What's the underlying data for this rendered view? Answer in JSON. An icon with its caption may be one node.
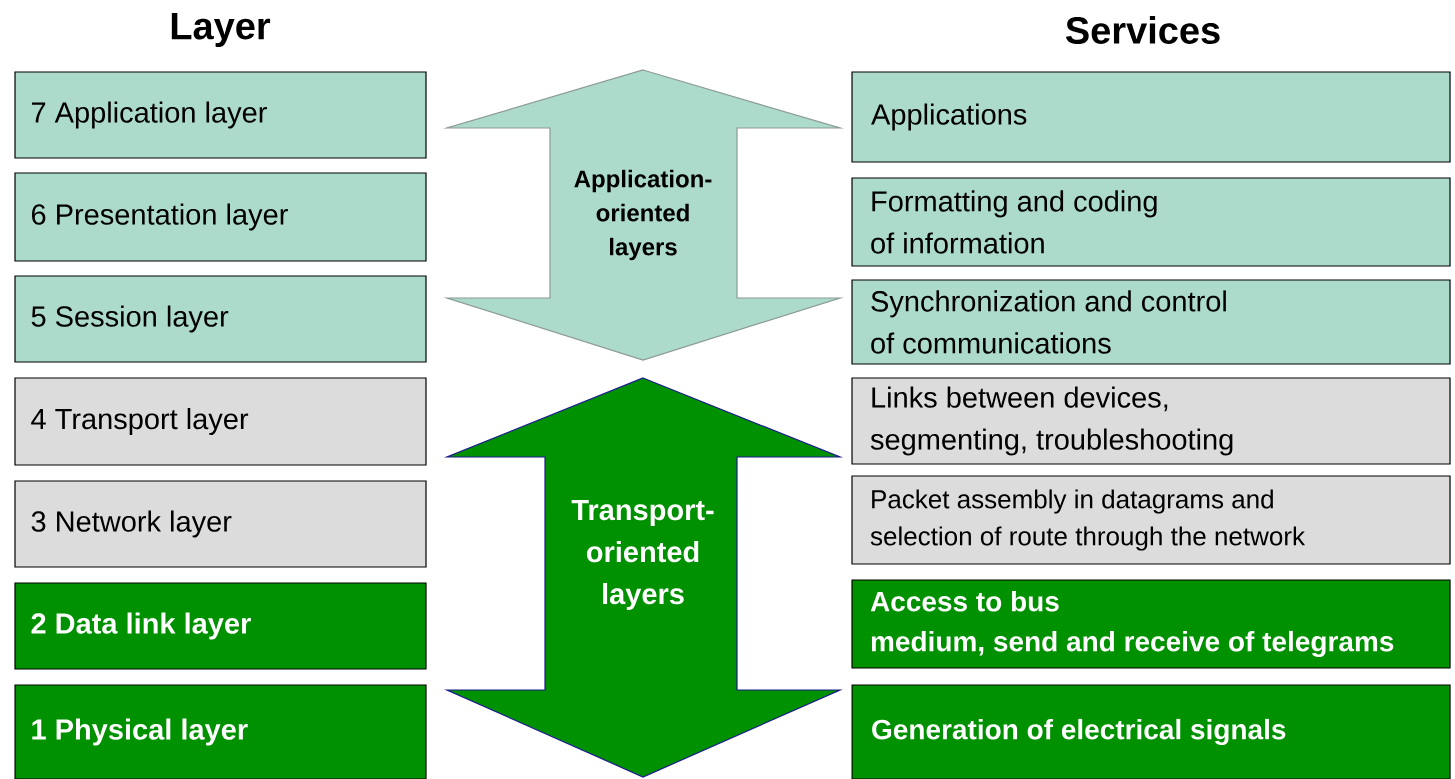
{
  "diagram": {
    "nodes": [
      {
        "text": [
          "7 Application layer"
        ]
      },
      {
        "text": [
          "6 Presentation layer"
        ]
      },
      {
        "text": [
          "5 Session layer"
        ]
      },
      {
        "text": [
          "4 Transport layer"
        ]
      },
      {
        "text": [
          "3 Network layer"
        ]
      },
      {
        "text": [
          "2 Data link layer"
        ]
      },
      {
        "text": [
          "1 Physical layer"
        ]
      },
      {
        "text": [
          "Applications"
        ]
      },
      {
        "text": [
          "Formatting and coding of information"
        ]
      },
      {
        "text": [
          "Synchronization and control of communications"
        ]
      },
      {
        "text": [
          "Links between devices, segmenting, troubleshooting"
        ]
      },
      {
        "text": [
          "Packet assembly in datagrams and selection of route through the network"
        ]
      },
      {
        "text": [
          "Access to bus medium, send and receive of telegrams"
        ]
      },
      {
        "text": [
          "Generation of electrical signals"
        ]
      },
      {
        "text": [
          "Application-oriented layers"
        ]
      },
      {
        "text": [
          "Transport-oriented layers"
        ]
      }
    ],
    "labels": [
      "Layer",
      "Services"
    ]
  }
}
